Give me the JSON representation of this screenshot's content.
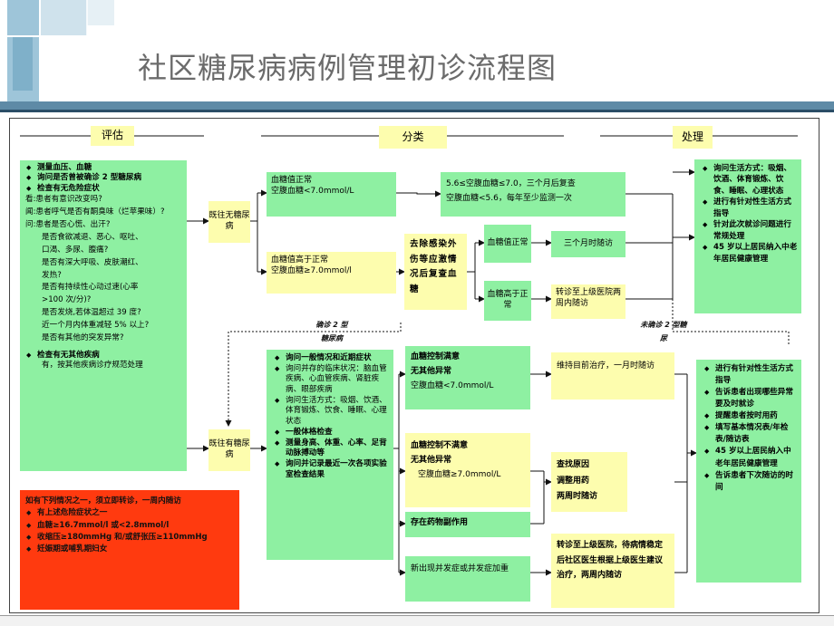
{
  "title": "社区糖尿病病例管理初诊流程图",
  "headers": {
    "assess": "评估",
    "classify": "分类",
    "handle": "处理"
  },
  "assessment": {
    "bullets_top": [
      "测量血压、血糖",
      "询问是否曾被确诊 2 型糖尿病",
      "检查有无危险症状"
    ],
    "lines": [
      "看:患者有意识改变吗?",
      "闻:患者呼气是否有酮臭味（烂苹果味）?",
      "问:患者是否心慌、出汗?",
      "是否食欲减退、恶心、呕吐、",
      "口渴、多尿、腹痛?",
      "是否有深大呼吸、皮肤潮红、",
      "发热?",
      "是否有持续性心动过速(心率",
      ">100 次/分)?",
      "是否发烧,若体温超过 39 度?",
      "近一个月内体重减轻 5% 以上?",
      "是否有其他的突发异常?"
    ],
    "bullet_bottom": "检查有无其他疾病",
    "line_bottom": "有，按其他疾病诊疗规范处理"
  },
  "urgent": {
    "intro": "如有下列情况之一，须立即转诊，一周内随访",
    "items": [
      "有上述危险症状之一",
      "血糖≥16.7mmol/l 或<2.8mmol/l",
      "收缩压≥180mmHg 和/或舒张压≥110mmHg",
      "妊娠期或哺乳期妇女"
    ]
  },
  "undiagnosed": {
    "label": "既往无糖尿病",
    "normal": {
      "title": "血糖值正常",
      "value": "空腹血糖<7.0mmol/L"
    },
    "high": {
      "title": "血糖值高于正常",
      "value": "空腹血糖≥7.0mmol/l"
    },
    "recheck": [
      "5.6≤空腹血糖≤7.0，三个月后复查",
      "空腹血糖<5.6，每年至少监测一次"
    ],
    "infection": "去除感染外伤等应激情况后复查血糖",
    "recheck_normal": "血糖值正常",
    "recheck_high": "血糖高于正常",
    "followup_3m": "三个月时随访",
    "referral_2w": "转诊至上级医院两周内随访"
  },
  "labels": {
    "dx_left": "确诊 2 型糖尿病",
    "dx_right": "未确诊 2 型糖尿"
  },
  "handle_top": [
    "询问生活方式：吸烟、饮酒、体育锻炼、饮食、睡眠、心理状态",
    "进行有针对性生活方式指导",
    "针对此次就诊问题进行常规处理",
    "45 岁以上居民纳入中老年居民健康管理"
  ],
  "diagnosed": {
    "label": "既往有糖尿病",
    "items": [
      "询问一般情况和近期症状",
      "询问并存的临床状况：脑血管疾病、心血管疾病、肾脏疾病、眼部疾病",
      "询问生活方式：吸烟、饮酒、体育锻炼、饮食、睡眠、心理状态",
      "一般体格检查",
      "测量身高、体重、心率、足背动脉搏动等",
      "询问并记录最近一次各项实验室检查结果"
    ],
    "satisfactory": {
      "title": "血糖控制满意",
      "sub": "无其他异常",
      "value": "空腹血糖<7.0mmol/L"
    },
    "unsatisfactory": {
      "title": "血糖控制不满意",
      "sub": "无其他异常",
      "value": "空腹血糖≥7.0mmol/L"
    },
    "adverse": "存在药物副作用",
    "complication": "新出现并发症或并发症加重",
    "maintain": "维持目前治疗，一月时随访",
    "adjust": [
      "查找原因",
      "调整用药",
      "两周时随访"
    ],
    "refer": "转诊至上级医院，待病情稳定后社区医生根据上级医生建议治疗，两周内随访"
  },
  "handle_bottom": [
    "进行有针对性生活方式指导",
    "告诉患者出现哪些异常要及时就诊",
    "提醒患者按时用药",
    "填写基本情况表/年检表/随访表",
    "45 岁以上居民纳入中老年居民健康管理",
    "告诉患者下次随访的时间"
  ]
}
